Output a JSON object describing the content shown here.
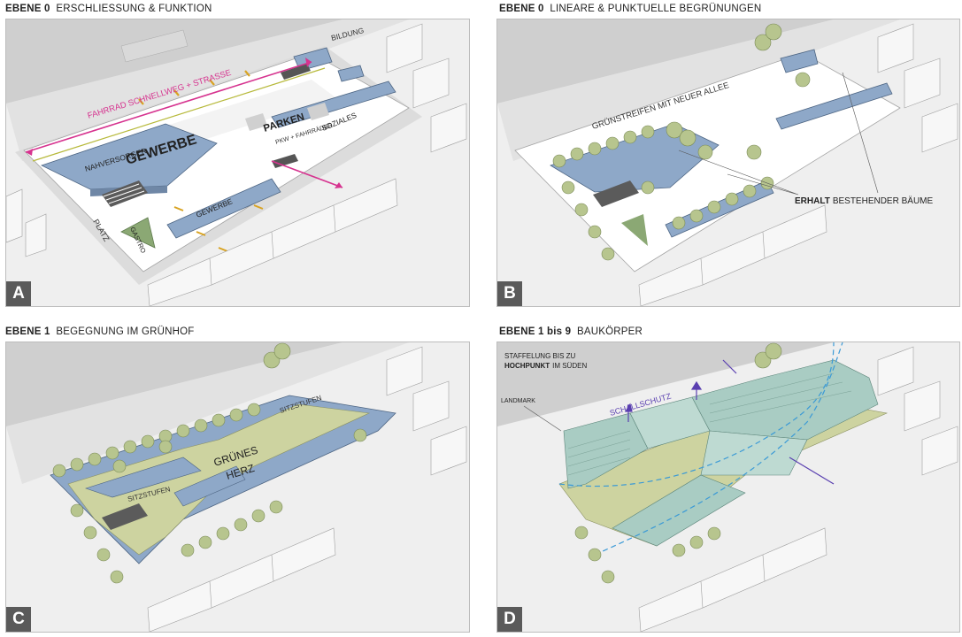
{
  "panels": [
    {
      "id": "A",
      "title_strong": "EBENE 0",
      "title_rest": "ERSCHLIESSUNG & FUNKTION",
      "letter": "A",
      "labels": {
        "fahrrad": "FAHRRAD SCHNELLWEG + STRASSE",
        "bildung": "BILDUNG",
        "nahversorger": "NAHVERSORGER",
        "gewerbe_big": "GEWERBE",
        "parken": "PARKEN",
        "pkw": "PKW + FAHRRÄDER",
        "soziales": "SOZIALES",
        "gewerbe_small": "GEWERBE",
        "platz": "PLATZ",
        "gastro": "GASTRO"
      }
    },
    {
      "id": "B",
      "title_strong": "EBENE 0",
      "title_rest": "LINEARE & PUNKTUELLE BEGRÜNUNGEN",
      "letter": "B",
      "labels": {
        "gruenstreifen": "GRÜNSTREIFEN MIT NEUER ALLEE",
        "erhalt_strong": "ERHALT",
        "erhalt_rest": "BESTEHENDER BÄUME"
      }
    },
    {
      "id": "C",
      "title_strong": "EBENE 1",
      "title_rest": "BEGEGNUNG IM GRÜNHOF",
      "letter": "C",
      "labels": {
        "sitzstufen_right": "SITZSTUFEN",
        "sitzstufen_left": "SITZSTUFEN",
        "gruenes": "GRÜNES",
        "herz": "HERZ"
      }
    },
    {
      "id": "D",
      "title_strong": "EBENE 1 bis 9",
      "title_rest": "BAUKÖRPER",
      "letter": "D",
      "labels": {
        "staffelung": "STAFFELUNG BIS ZU",
        "hochpunkt_strong": "HOCHPUNKT",
        "hochpunkt_rest": "IM SÜDEN",
        "landmark": "LANDMARK",
        "schallschutz": "SCHALLSCHUTZ"
      }
    }
  ],
  "colors": {
    "building_blue": "#8ea8c8",
    "green_area": "#cdd3a0",
    "gastro_green": "#8ba874",
    "tree_green": "#b7c58e",
    "pink": "#d6338f",
    "block_teal": "#a9ccc3",
    "arrow_purple": "#5a3fb0",
    "arrow_blue": "#3b9ad6",
    "badge_gray": "#5a5a5a"
  }
}
